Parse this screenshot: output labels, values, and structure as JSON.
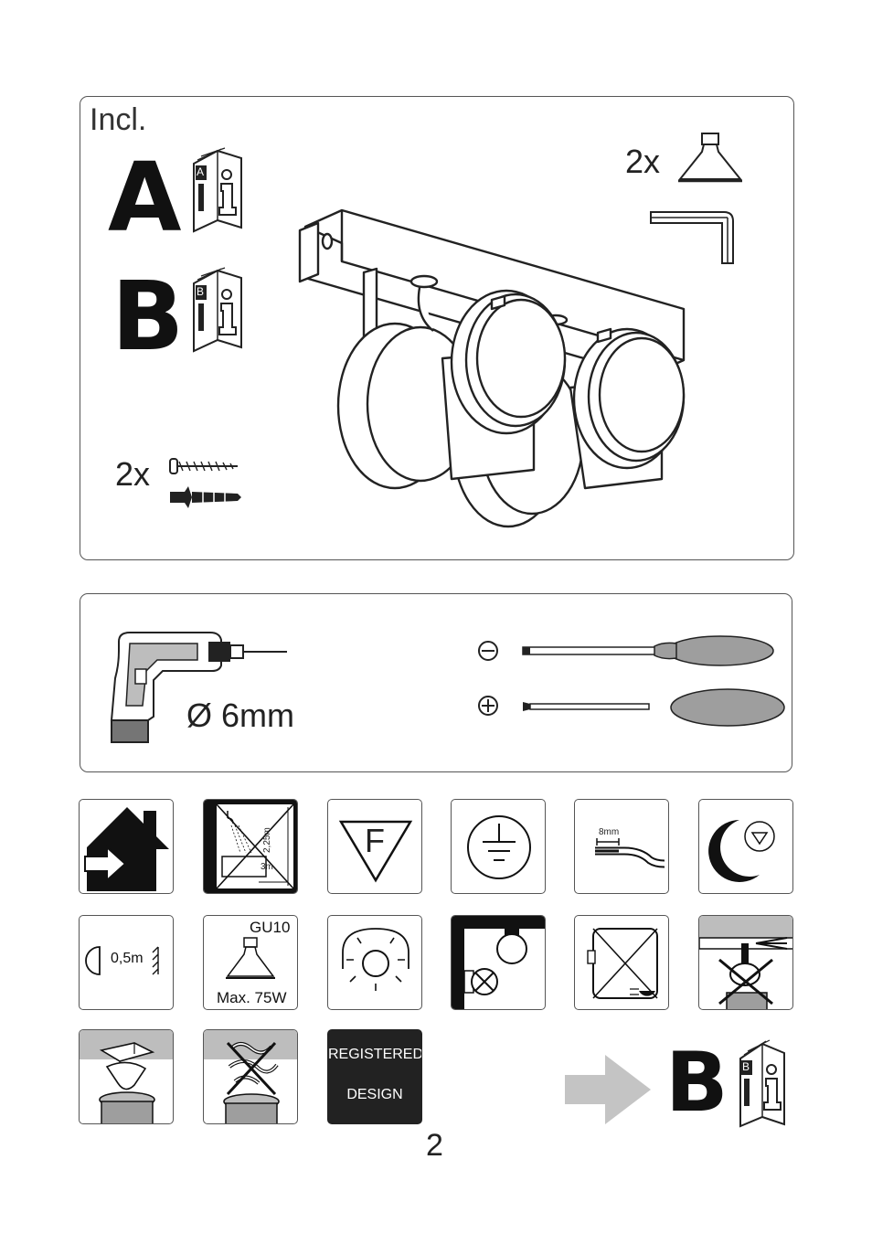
{
  "panel_included": {
    "heading": "Incl.",
    "letter_a": "A",
    "letter_b": "B",
    "booklet_a_tag": "A",
    "booklet_b_tag": "B",
    "bulb_qty": "2x",
    "screw_qty": "2x"
  },
  "panel_tools": {
    "drill_diameter": "Ø 6mm"
  },
  "icons_row1": {
    "bathroom_height": "2,25m",
    "bathroom_width": "3m",
    "f_mark": "F",
    "strip_length": "8mm"
  },
  "icons_row2": {
    "distance": "0,5m",
    "bulb_type": "GU10",
    "max_power": "Max. 75W"
  },
  "icons_row3": {
    "registered_line1": "REGISTERED",
    "registered_line2": "DESIGN",
    "continue_letter": "B",
    "continue_booklet_tag": "B"
  },
  "page_number": "2",
  "colors": {
    "outline": "#555555",
    "ink": "#222222",
    "grey_fill": "#9e9e9e",
    "light_grey": "#bdbdbd"
  },
  "icons": [
    "instruction-booklet-icon",
    "gu10-bulb-icon",
    "allen-key-icon",
    "screw-icon",
    "wall-plug-icon",
    "drill-icon",
    "flat-screwdriver-icon",
    "phillips-screwdriver-icon",
    "indoor-use-icon",
    "bathroom-zone-icon",
    "f-mark-icon",
    "earth-icon",
    "wire-strip-icon",
    "dimmable-icon",
    "min-distance-icon",
    "gu10-max-icon",
    "halogen-light-icon",
    "ceiling-mount-icon",
    "no-switch-icon",
    "no-drill-cable-icon",
    "insulation-icon",
    "no-insulation-icon",
    "arrow-right-icon"
  ]
}
